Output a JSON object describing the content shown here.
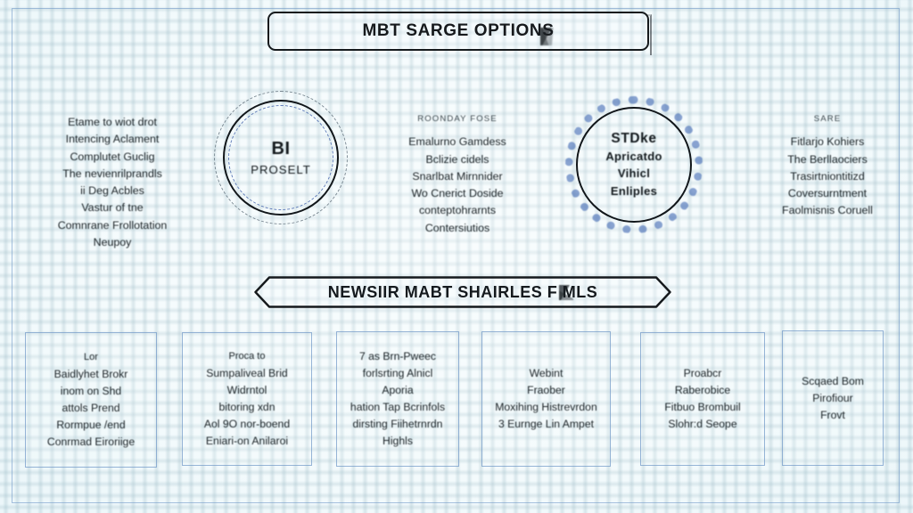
{
  "meta": {
    "background_color": "#f2fafc",
    "grid_color": "#8aadba",
    "ink_color": "#16191c",
    "accent_blue": "#4068b2",
    "frame_color": "#6892c4"
  },
  "title": {
    "text": "MBT SARGE OPTIONS",
    "smudge_icon": "ink-smudge-icon"
  },
  "columns": {
    "left": {
      "lines": [
        "Etame to wiot drot",
        "Intencing Aclament",
        "Complutet Guclig",
        "The nevienrilprandls",
        "ii Deg Acbles",
        "Vastur of tne",
        "Comnrane Frollotation",
        "Neupoy"
      ]
    },
    "middle": {
      "header": "ROONDAY FOSE",
      "lines": [
        "Emalurno Gamdess",
        "Bclizie cidels",
        "Snarlbat Mirnnider",
        "Wo Cnerict Doside",
        "conteptohrarnts",
        "Contersiutios"
      ]
    },
    "right": {
      "header": "SARE",
      "lines": [
        "Fitlarjo Kohiers",
        "The Berllaociers",
        "Trasirtniontitizd",
        "Coversurntment",
        "Faolmisnis Coruell"
      ]
    }
  },
  "circles": [
    {
      "name": "left-circle",
      "big": "BI",
      "sub": "PROSELT",
      "ring_style": "solid-with-dashed-rings"
    },
    {
      "name": "right-circle",
      "lines": [
        "STDke",
        "Apricatdo",
        "Vihicl",
        "Enliples"
      ],
      "ring_style": "solid-with-radial-ticks"
    }
  ],
  "section_banner": {
    "text": "NEWSIIR MABT SHAIRLES F MLS",
    "glyph_icon": "ink-blot-icon",
    "shape": "hexagon-arrow"
  },
  "cards": [
    {
      "name": "card-1",
      "bordered": true,
      "lead": "Lor",
      "lines": [
        "Baidlyhet Brokr",
        "inom on Shd",
        "attols Prend",
        "Rormpue /end",
        "Conrmad Eiroriige"
      ]
    },
    {
      "name": "card-2",
      "bordered": true,
      "lead": "Proca to",
      "lines": [
        "Sumpaliveal Brid",
        "Widrntol",
        "bitoring xdn",
        "Aol 9O nor-boend",
        "Eniari-on Anilaroi"
      ]
    },
    {
      "name": "card-3",
      "bordered": true,
      "lead": "",
      "lines": [
        "7 as Brn-Pweec",
        "forlsrting Alnicl",
        "Aporia",
        "hation Tap Bcrinfols",
        "dirsting Fiihetrnrdn",
        "Highls"
      ]
    },
    {
      "name": "card-4",
      "bordered": true,
      "lead": "",
      "lines": [
        "Webint",
        "Fraober",
        "Moxihing Histrevrdon",
        "3 Eurnge Lin Ampet"
      ]
    },
    {
      "name": "card-5",
      "bordered": true,
      "lead": "",
      "lines": [
        "Proabcr",
        "Raberobice",
        "Fitbuo Brombuil",
        "Slohr:d Seope"
      ]
    },
    {
      "name": "card-6",
      "bordered": true,
      "lead": "",
      "lines": [
        "Scqaed Bom",
        "Pirofiour",
        "Frovt"
      ]
    }
  ]
}
